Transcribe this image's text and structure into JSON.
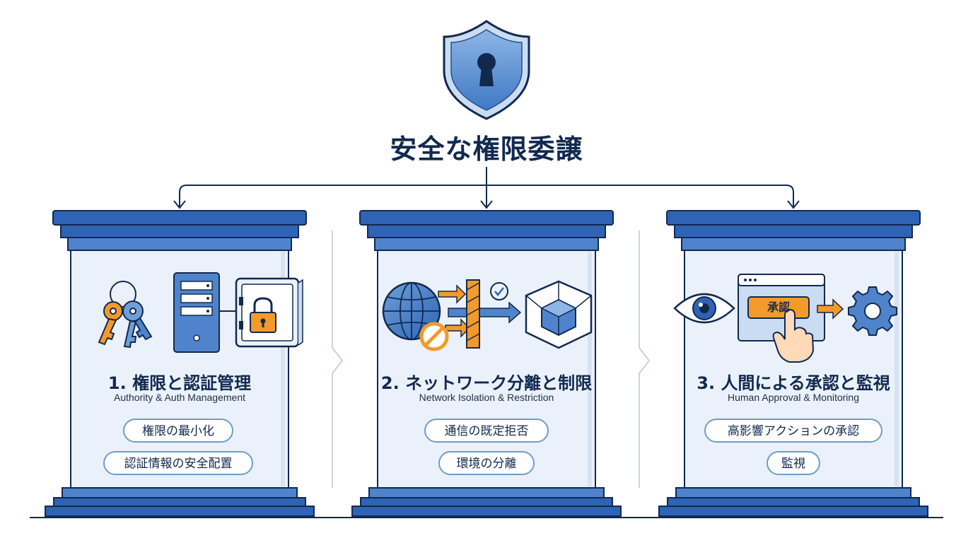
{
  "title": "安全な権限委譲",
  "pillars": [
    {
      "title": "1. 権限と認証管理",
      "subtitle": "Authority & Auth Management",
      "chips": [
        "権限の最小化",
        "認証情報の安全配置"
      ]
    },
    {
      "title": "2. ネットワーク分離と制限",
      "subtitle": "Network Isolation & Restriction",
      "chips": [
        "通信の既定拒否",
        "環境の分離"
      ]
    },
    {
      "title": "3. 人間による承認と監視",
      "subtitle": "Human Approval & Monitoring",
      "chips": [
        "高影響アクションの承認",
        "監視"
      ],
      "button_label": "承認"
    }
  ],
  "colors": {
    "navy": "#12294f",
    "pillar_blue": "#2f63b5",
    "pillar_light": "#eaf1fa",
    "accent_orange": "#f39a2a",
    "chip_border": "#6f9cc6"
  },
  "icons": {
    "top": "shield-keyhole-icon",
    "pillar1": [
      "keys-icon",
      "server-icon",
      "safe-lock-icon"
    ],
    "pillar2": [
      "globe-icon",
      "block-icon",
      "firewall-icon",
      "check-icon",
      "cube-icon"
    ],
    "pillar3": [
      "eye-icon",
      "browser-window-icon",
      "hand-pointer-icon",
      "gear-icon"
    ]
  }
}
